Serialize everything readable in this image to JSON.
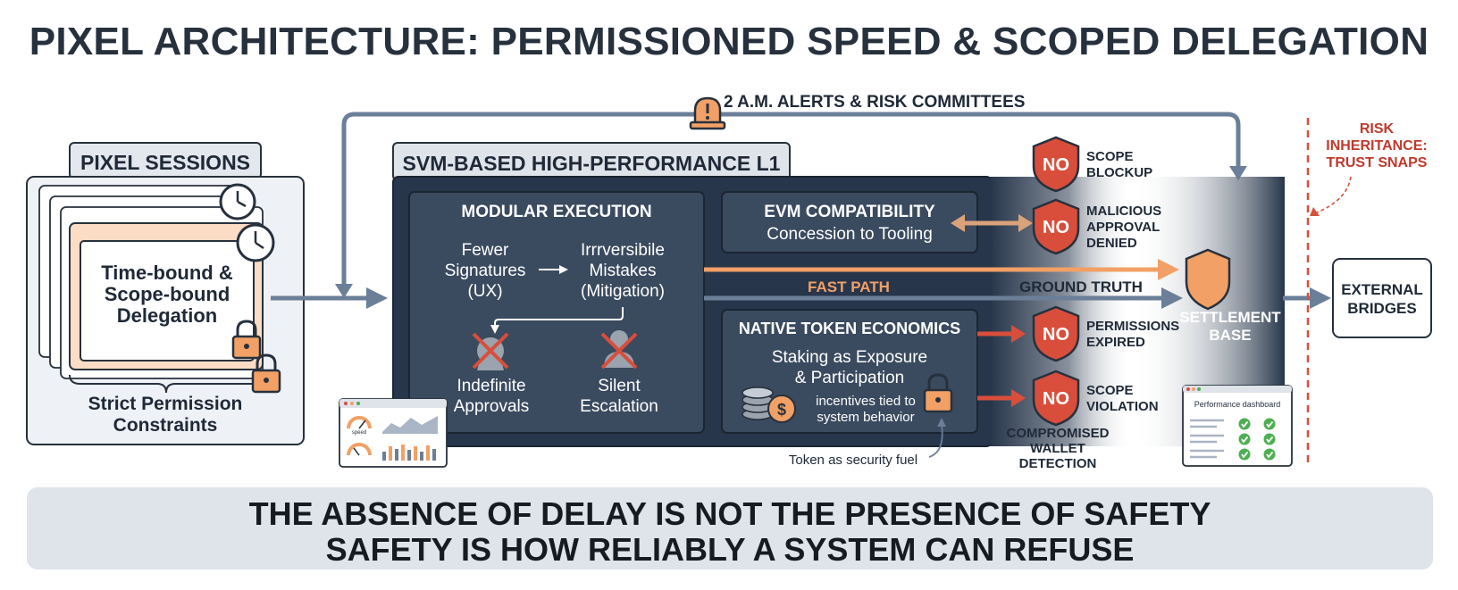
{
  "title": "PIXEL ARCHITECTURE: PERMISSIONED SPEED & SCOPED DELEGATION",
  "alerts_label": "2 A.M. ALERTS & RISK COMMITTEES",
  "sessions": {
    "title": "PIXEL SESSIONS",
    "card_lines": [
      "Time-bound &",
      "Scope-bound",
      "Delegation"
    ],
    "constraints_lines": [
      "Strict Permission",
      "Constraints"
    ]
  },
  "l1": {
    "title": "SVM-BASED HIGH-PERFORMANCE L1",
    "modular": {
      "title": "MODULAR EXECUTION",
      "fewer_lines": [
        "Fewer",
        "Signatures",
        "(UX)"
      ],
      "irreversible_lines": [
        "Irrrversibile",
        "Mistakes",
        "(Mitigation)"
      ],
      "indefinite_lines": [
        "Indefinite",
        "Approvals"
      ],
      "silent_lines": [
        "Silent",
        "Escalation"
      ]
    },
    "evm": {
      "title": "EVM COMPATIBILITY",
      "subtitle": "Concession to Tooling"
    },
    "token": {
      "title": "NATIVE TOKEN ECONOMICS",
      "staking_lines": [
        "Staking as Exposure",
        "& Participation"
      ],
      "incentive_lines": [
        "incentives tied to",
        "system behavior"
      ],
      "fuel_label": "Token as security fuel"
    }
  },
  "fast_path": "FAST PATH",
  "ground_truth": "GROUND TRUTH",
  "no_badge": "NO",
  "denials": [
    {
      "lines": [
        "SCOPE",
        "BLOCKUP"
      ]
    },
    {
      "lines": [
        "MALICIOUS",
        "APPROVAL",
        "DENIED"
      ]
    },
    {
      "lines": [
        "PERMISSIONS",
        "EXPIRED"
      ]
    },
    {
      "lines": [
        "SCOPE",
        "VIOLATION"
      ]
    }
  ],
  "compromised_lines": [
    "COMPROMISED",
    "WALLET",
    "DETECTION"
  ],
  "settlement_lines": [
    "SETTLEMENT",
    "BASE"
  ],
  "dashboard": {
    "title": "Performance dashboard"
  },
  "speed_label": "speed",
  "risk_lines": [
    "RISK",
    "INHERITANCE:",
    "TRUST SNAPS"
  ],
  "external_lines": [
    "EXTERNAL",
    "BRIDGES"
  ],
  "banner_lines": [
    "THE ABSENCE OF DELAY IS NOT THE PRESENCE OF SAFETY",
    "SAFETY IS HOW RELIABLY A SYSTEM CAN REFUSE"
  ],
  "colors": {
    "dark_panel": "#27364b",
    "inner_panel": "#3a4a5f",
    "orange": "#f2a065",
    "red": "#d94e3b",
    "steel": "#6b7f99",
    "banner_bg": "#dfe3ea"
  }
}
